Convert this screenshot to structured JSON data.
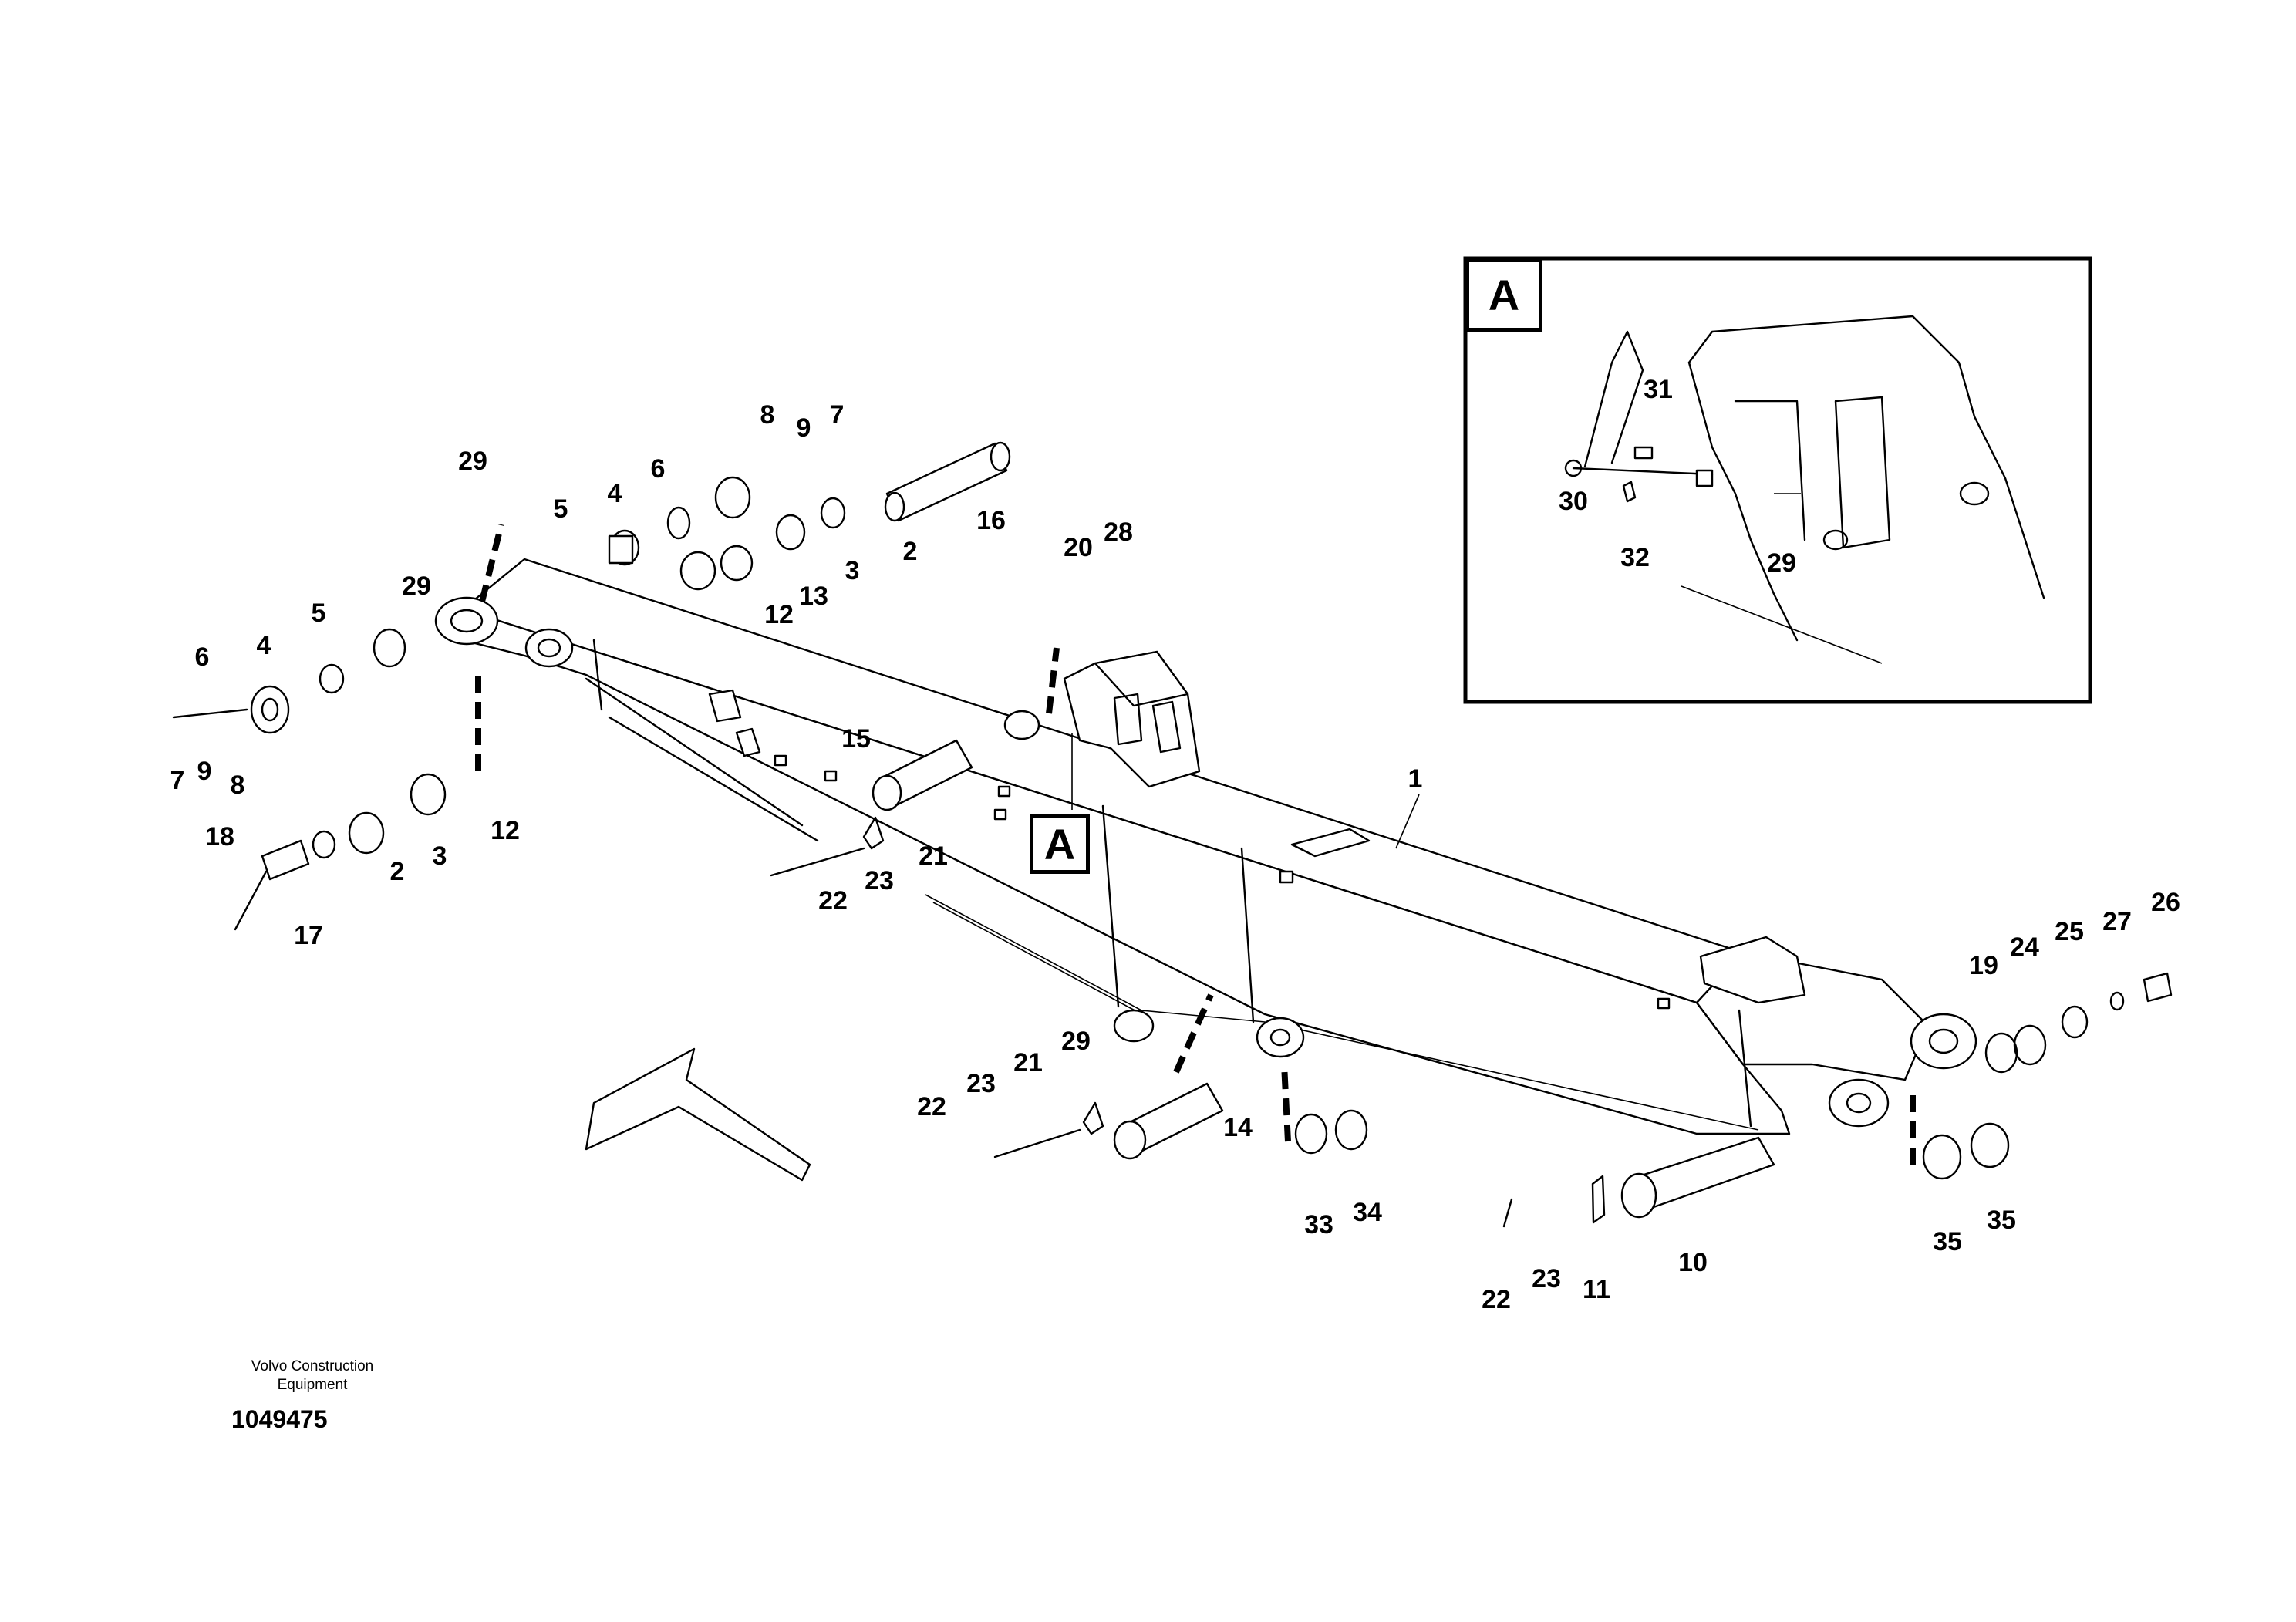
{
  "inset": {
    "label": "A"
  },
  "detail_marker": {
    "label": "A"
  },
  "brand": {
    "line1": "Volvo Construction",
    "line2": "Equipment"
  },
  "drawing_number": "1049475",
  "callouts": [
    {
      "id": "c1",
      "text": "1"
    },
    {
      "id": "c2a",
      "text": "2"
    },
    {
      "id": "c2b",
      "text": "2"
    },
    {
      "id": "c3a",
      "text": "3"
    },
    {
      "id": "c3b",
      "text": "3"
    },
    {
      "id": "c4a",
      "text": "4"
    },
    {
      "id": "c4b",
      "text": "4"
    },
    {
      "id": "c5a",
      "text": "5"
    },
    {
      "id": "c5b",
      "text": "5"
    },
    {
      "id": "c6a",
      "text": "6"
    },
    {
      "id": "c6b",
      "text": "6"
    },
    {
      "id": "c7a",
      "text": "7"
    },
    {
      "id": "c7b",
      "text": "7"
    },
    {
      "id": "c8a",
      "text": "8"
    },
    {
      "id": "c8b",
      "text": "8"
    },
    {
      "id": "c9a",
      "text": "9"
    },
    {
      "id": "c9b",
      "text": "9"
    },
    {
      "id": "c10",
      "text": "10"
    },
    {
      "id": "c11",
      "text": "11"
    },
    {
      "id": "c12a",
      "text": "12"
    },
    {
      "id": "c12b",
      "text": "12"
    },
    {
      "id": "c13",
      "text": "13"
    },
    {
      "id": "c14",
      "text": "14"
    },
    {
      "id": "c15",
      "text": "15"
    },
    {
      "id": "c16",
      "text": "16"
    },
    {
      "id": "c17",
      "text": "17"
    },
    {
      "id": "c18",
      "text": "18"
    },
    {
      "id": "c19",
      "text": "19"
    },
    {
      "id": "c20",
      "text": "20"
    },
    {
      "id": "c21a",
      "text": "21"
    },
    {
      "id": "c21b",
      "text": "21"
    },
    {
      "id": "c22a",
      "text": "22"
    },
    {
      "id": "c22b",
      "text": "22"
    },
    {
      "id": "c22c",
      "text": "22"
    },
    {
      "id": "c23a",
      "text": "23"
    },
    {
      "id": "c23b",
      "text": "23"
    },
    {
      "id": "c23c",
      "text": "23"
    },
    {
      "id": "c24",
      "text": "24"
    },
    {
      "id": "c25",
      "text": "25"
    },
    {
      "id": "c26",
      "text": "26"
    },
    {
      "id": "c27",
      "text": "27"
    },
    {
      "id": "c28",
      "text": "28"
    },
    {
      "id": "c29a",
      "text": "29"
    },
    {
      "id": "c29b",
      "text": "29"
    },
    {
      "id": "c29c",
      "text": "29"
    },
    {
      "id": "c29d",
      "text": "29"
    },
    {
      "id": "c30",
      "text": "30"
    },
    {
      "id": "c31",
      "text": "31"
    },
    {
      "id": "c32",
      "text": "32"
    },
    {
      "id": "c33",
      "text": "33"
    },
    {
      "id": "c34",
      "text": "34"
    },
    {
      "id": "c35a",
      "text": "35"
    },
    {
      "id": "c35b",
      "text": "35"
    }
  ]
}
